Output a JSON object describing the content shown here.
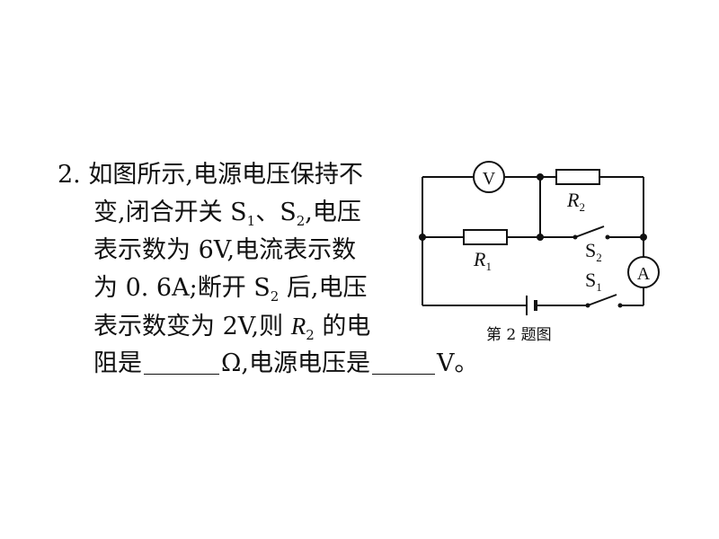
{
  "question": {
    "number": "2.",
    "lines": {
      "l1": "如图所示,电源电压保持不",
      "l2_pre": "变,闭合开关 S",
      "l2_s1_sub": "1",
      "l2_mid": "、S",
      "l2_s2_sub": "2",
      "l2_post": ",电压",
      "l3": "表示数为 6V,电流表示数",
      "l4_pre": "为 0. 6A;断开 S",
      "l4_sub": "2",
      "l4_post": " 后,电压",
      "l5_pre": "表示数变为 2V,则 ",
      "l5_R": "R",
      "l5_sub": "2",
      "l5_post": " 的电",
      "l6_pre": "阻是",
      "l6_mid": "Ω,电源电压是",
      "l6_post": "V。"
    }
  },
  "circuit": {
    "caption": "第 2 题图",
    "voltmeter_symbol": "V",
    "ammeter_symbol": "A",
    "labels": {
      "r1": "R",
      "r1_sub": "1",
      "r2": "R",
      "r2_sub": "2",
      "s1": "S",
      "s1_sub": "1",
      "s2": "S",
      "s2_sub": "2"
    }
  }
}
